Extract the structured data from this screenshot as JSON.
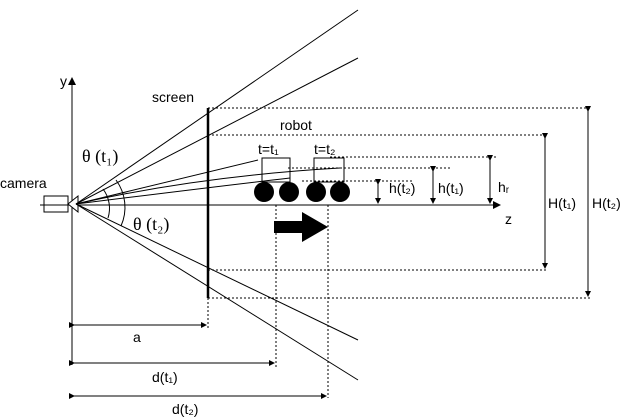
{
  "labels": {
    "y_axis": "y",
    "z_axis": "z",
    "camera": "camera",
    "screen": "screen",
    "robot": "robot",
    "theta_t1": "θ (t₁)",
    "theta_t2": "θ (t₂)",
    "t_eq_t1": "t=t₁",
    "t_eq_t2": "t=t₂",
    "h_t2": "h(t₂)",
    "h_t1": "h(t₁)",
    "h_r": "hᵣ",
    "H_t1": "H(t₁)",
    "H_t2": "H(t₂)",
    "a": "a",
    "d_t1": "d(t₁)",
    "d_t2": "d(t₂)"
  }
}
